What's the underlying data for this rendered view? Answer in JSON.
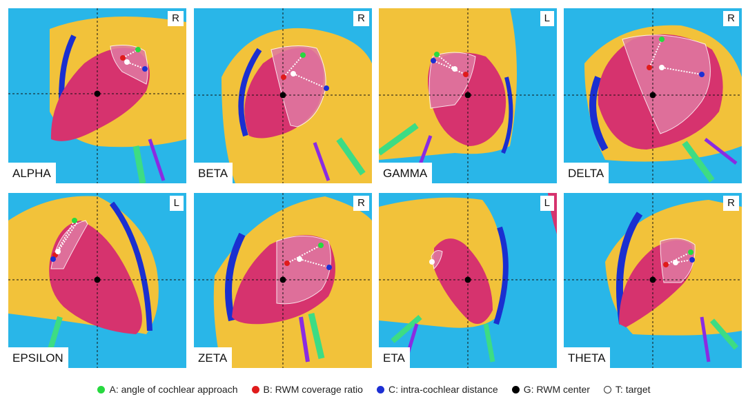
{
  "colors": {
    "background": "#29b6e8",
    "bone": "#f2c23a",
    "membrane": "#d6336e",
    "edge": "#1a2fd0",
    "nerve_green": "#3ddc84",
    "nerve_purple": "#8a2be2",
    "point_a": "#27d93f",
    "point_b": "#e01b1b",
    "point_c": "#1c2fd4",
    "point_g": "#000000",
    "point_t": "#ffffff"
  },
  "panels": [
    {
      "name": "ALPHA",
      "side": "R"
    },
    {
      "name": "BETA",
      "side": "R"
    },
    {
      "name": "GAMMA",
      "side": "L"
    },
    {
      "name": "DELTA",
      "side": "R"
    },
    {
      "name": "EPSILON",
      "side": "L"
    },
    {
      "name": "ZETA",
      "side": "R"
    },
    {
      "name": "ETA",
      "side": "L"
    },
    {
      "name": "THETA",
      "side": "R"
    }
  ],
  "legend": [
    {
      "key": "A",
      "label": "A: angle of cochlear approach",
      "color": "#27d93f"
    },
    {
      "key": "B",
      "label": "B: RWM coverage ratio",
      "color": "#e01b1b"
    },
    {
      "key": "C",
      "label": "C: intra-cochlear distance",
      "color": "#1c2fd4"
    },
    {
      "key": "G",
      "label": "G: RWM center",
      "color": "#000000"
    },
    {
      "key": "T",
      "label": "T: target",
      "color": "#ffffff"
    }
  ]
}
